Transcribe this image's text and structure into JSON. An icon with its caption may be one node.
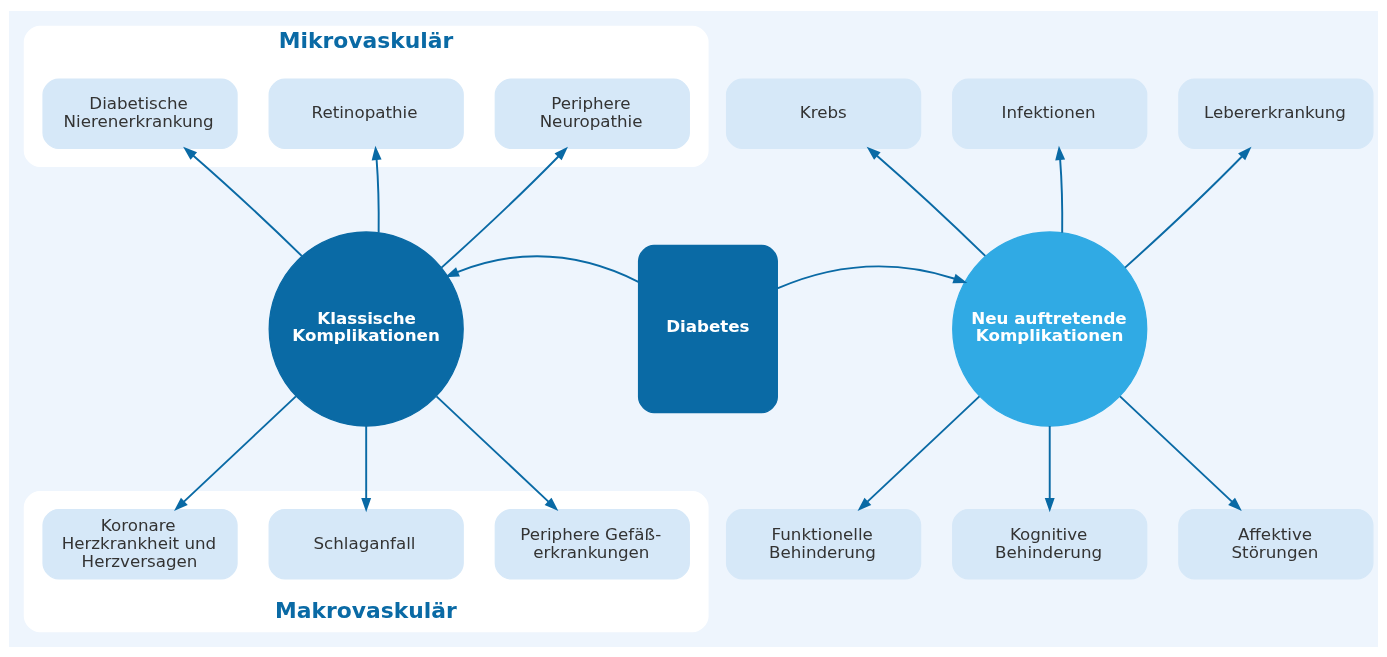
{
  "diagram": {
    "nodes": [
      {
        "text": [
          "Mikrovaskulär"
        ]
      },
      {
        "text": [
          "Diabetische Nierenerkrankung"
        ],
        "in": 0
      },
      {
        "text": [
          "Retinopathie"
        ],
        "in": 0
      },
      {
        "text": [
          "Periphere Neuropathie"
        ],
        "in": 0
      },
      {
        "text": [
          "Krebs"
        ]
      },
      {
        "text": [
          "Infektionen"
        ]
      },
      {
        "text": [
          "Lebererkrankung"
        ]
      },
      {
        "text": [
          "Klassische Komplikationen"
        ]
      },
      {
        "text": [
          "Diabetes"
        ]
      },
      {
        "text": [
          "Neu auftretende Komplikationen"
        ]
      },
      {
        "text": [
          "Makrovaskulär"
        ]
      },
      {
        "text": [
          "Koronare Herzkrankheit und Herzversagen"
        ],
        "in": 10
      },
      {
        "text": [
          "Schlaganfall"
        ],
        "in": 10
      },
      {
        "text": [
          "Periphere Gefäß- erkrankungen"
        ],
        "in": 10
      },
      {
        "text": [
          "Funktionelle Behinderung"
        ]
      },
      {
        "text": [
          "Kognitive Behinderung"
        ]
      },
      {
        "text": [
          "Affektive Störungen"
        ]
      }
    ],
    "edges": [
      {
        "from": 8,
        "to": 7,
        "arrow": "to"
      },
      {
        "from": 8,
        "to": 9,
        "arrow": "to"
      },
      {
        "from": 7,
        "to": 1,
        "arrow": "to"
      },
      {
        "from": 7,
        "to": 2,
        "arrow": "to"
      },
      {
        "from": 7,
        "to": 3,
        "arrow": "to"
      },
      {
        "from": 7,
        "to": 11,
        "arrow": "to"
      },
      {
        "from": 7,
        "to": 12,
        "arrow": "to"
      },
      {
        "from": 7,
        "to": 13,
        "arrow": "to"
      },
      {
        "from": 9,
        "to": 4,
        "arrow": "to"
      },
      {
        "from": 9,
        "to": 5,
        "arrow": "to"
      },
      {
        "from": 9,
        "to": 6,
        "arrow": "to"
      },
      {
        "from": 9,
        "to": 14,
        "arrow": "to"
      },
      {
        "from": 9,
        "to": 15,
        "arrow": "to"
      },
      {
        "from": 9,
        "to": 16,
        "arrow": "to"
      }
    ]
  }
}
